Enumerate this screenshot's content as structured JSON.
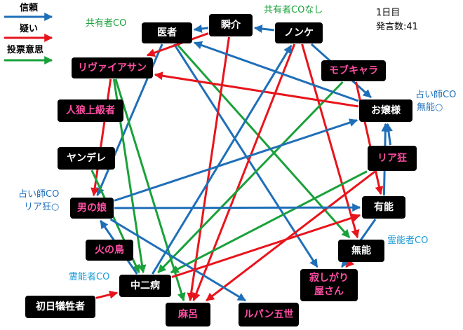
{
  "legend": {
    "trust": {
      "label": "信頼",
      "color": "#1f6fb8"
    },
    "doubt": {
      "label": "疑い",
      "color": "#e8141c"
    },
    "vote": {
      "label": "投票意思",
      "color": "#1aa13a"
    }
  },
  "info": {
    "day": "1日目",
    "posts": "発言数:41"
  },
  "nodes": {
    "isha": "医者",
    "shunsuke": "瞬介",
    "nonke": "ノンケ",
    "rivaiasan": "リヴァイアサン",
    "mobukyara": "モブキャラ",
    "ojousama": "お嬢様",
    "jinrou": "人狼上級者",
    "yandere": "ヤンデレ",
    "riakyou": "リア狂",
    "otokonoko": "男の娘",
    "yuunou": "有能",
    "hinotori": "火の鳥",
    "munou": "無能",
    "chuunibyou": "中二病",
    "sabishigari": "寂しがり\n屋さん",
    "shonichi": "初日犠牲者",
    "maro": "麻呂",
    "lupin": "ルパン五世"
  },
  "labels": {
    "kyouyuu_co": "共有者CO",
    "kyouyuu_co_nashi": "共有者COなし",
    "uranai_co_right": "占い師CO",
    "munou_maru": "無能○",
    "uranai_co_left": "占い師CO",
    "riakyou_maru": "リア狂○",
    "reinou_co_right": "霊能者CO",
    "reinou_co_left": "霊能者CO"
  },
  "edges": [
    {
      "from": "isha",
      "to": "otokonoko",
      "type": "trust"
    },
    {
      "from": "isha",
      "to": "sabishigari",
      "type": "trust"
    },
    {
      "from": "isha",
      "to": "munou",
      "type": "vote"
    },
    {
      "from": "shunsuke",
      "to": "rivaiasan",
      "type": "doubt"
    },
    {
      "from": "shunsuke",
      "to": "maro",
      "type": "doubt"
    },
    {
      "from": "shunsuke",
      "to": "isha",
      "type": "trust"
    },
    {
      "from": "nonke",
      "to": "shunsuke",
      "type": "trust"
    },
    {
      "from": "nonke",
      "to": "munou",
      "type": "doubt"
    },
    {
      "from": "nonke",
      "to": "ojousama",
      "type": "trust"
    },
    {
      "from": "nonke",
      "to": "maro",
      "type": "doubt"
    },
    {
      "from": "rivaiasan",
      "to": "otokonoko",
      "type": "doubt"
    },
    {
      "from": "rivaiasan",
      "to": "chuunibyou",
      "type": "vote"
    },
    {
      "from": "rivaiasan",
      "to": "maro",
      "type": "vote"
    },
    {
      "from": "mobukyara",
      "to": "yuunou",
      "type": "doubt"
    },
    {
      "from": "mobukyara",
      "to": "chuunibyou",
      "type": "vote"
    },
    {
      "from": "ojousama",
      "to": "isha",
      "type": "trust"
    },
    {
      "from": "ojousama",
      "to": "rivaiasan",
      "type": "doubt"
    },
    {
      "from": "yandere",
      "to": "chuunibyou",
      "type": "vote"
    },
    {
      "from": "riakyou",
      "to": "ojousama",
      "type": "trust"
    },
    {
      "from": "riakyou",
      "to": "maro",
      "type": "doubt"
    },
    {
      "from": "riakyou",
      "to": "chuunibyou",
      "type": "vote"
    },
    {
      "from": "otokonoko",
      "to": "ojousama",
      "type": "trust"
    },
    {
      "from": "otokonoko",
      "to": "yuunou",
      "type": "trust"
    },
    {
      "from": "otokonoko",
      "to": "lupin",
      "type": "trust"
    },
    {
      "from": "yuunou",
      "to": "ojousama",
      "type": "trust"
    },
    {
      "from": "yuunou",
      "to": "sabishigari",
      "type": "trust"
    },
    {
      "from": "munou",
      "to": "sabishigari",
      "type": "doubt"
    },
    {
      "from": "chuunibyou",
      "to": "nonke",
      "type": "trust"
    },
    {
      "from": "chuunibyou",
      "to": "yuunou",
      "type": "doubt"
    },
    {
      "from": "chuunibyou",
      "to": "otokonoko",
      "type": "trust"
    },
    {
      "from": "shonichi",
      "to": "chuunibyou",
      "type": "doubt"
    }
  ]
}
